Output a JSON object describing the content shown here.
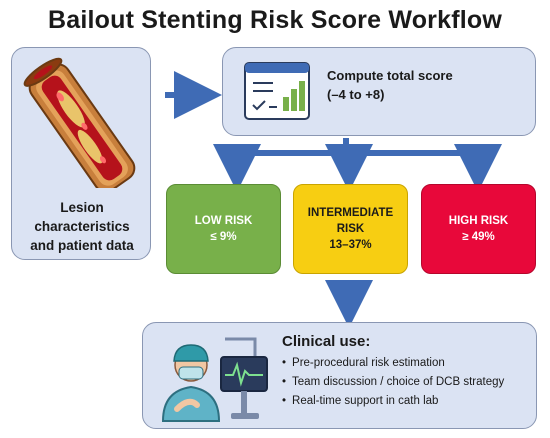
{
  "title": "Bailout Stenting Risk Score Workflow",
  "lesion": {
    "line1": "Lesion",
    "line2": "characteristics",
    "line3": "and patient data"
  },
  "compute": {
    "line1": "Compute total score",
    "line2": "(–4 to +8)"
  },
  "risk": {
    "low": {
      "line1": "LOW RISK",
      "line2": "≤ 9%",
      "color": "#78b04a"
    },
    "intermediate": {
      "line1": "INTERMEDIATE",
      "line2": "RISK",
      "line3": "13–37%",
      "color": "#f7ce12"
    },
    "high": {
      "line1": "HIGH RISK",
      "line2": "≥ 49%",
      "color": "#e8083a"
    }
  },
  "clinical": {
    "title": "Clinical use:",
    "items": [
      "Pre-procedural risk estimation",
      "Team discussion / choice of DCB strategy",
      "Real-time support in cath lab"
    ]
  },
  "colors": {
    "panel": "#dbe3f3",
    "arrow": "#3f6bb5"
  },
  "icons": [
    "artery-icon",
    "report-chart-icon",
    "clinician-with-monitor-icon",
    "arrow-icon"
  ]
}
